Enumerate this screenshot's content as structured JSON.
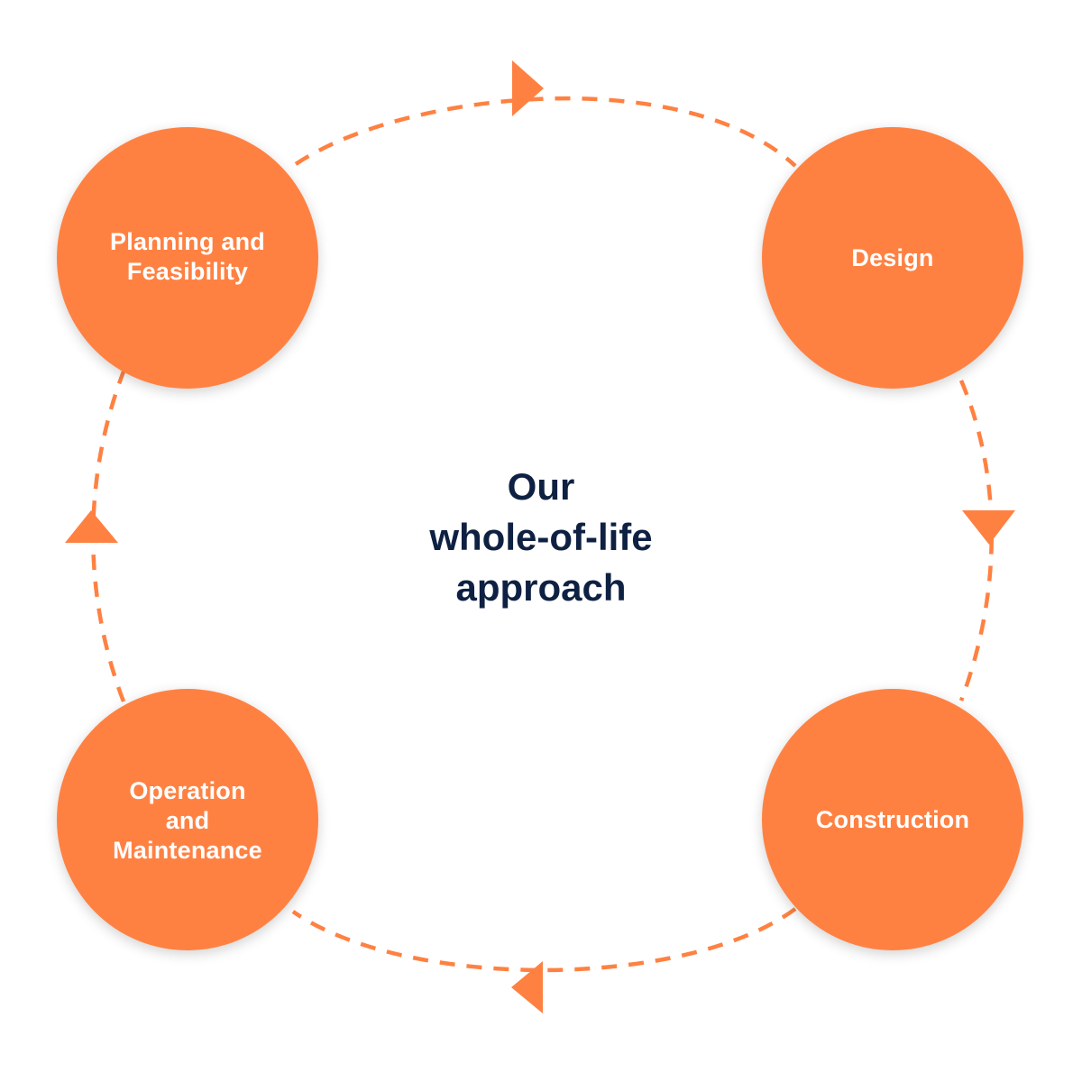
{
  "title": "Our\nwhole-of-life\napproach",
  "stages": [
    {
      "id": "planning",
      "label": "Planning and\nFeasibility"
    },
    {
      "id": "design",
      "label": "Design"
    },
    {
      "id": "construction",
      "label": "Construction"
    },
    {
      "id": "operation",
      "label": "Operation\nand\nMaintenance"
    }
  ],
  "flow_direction": "clockwise",
  "colors": {
    "accent": "#FF8142",
    "title": "#0F2142",
    "stage_text": "#FFFFFF",
    "background": "#FFFFFF"
  }
}
